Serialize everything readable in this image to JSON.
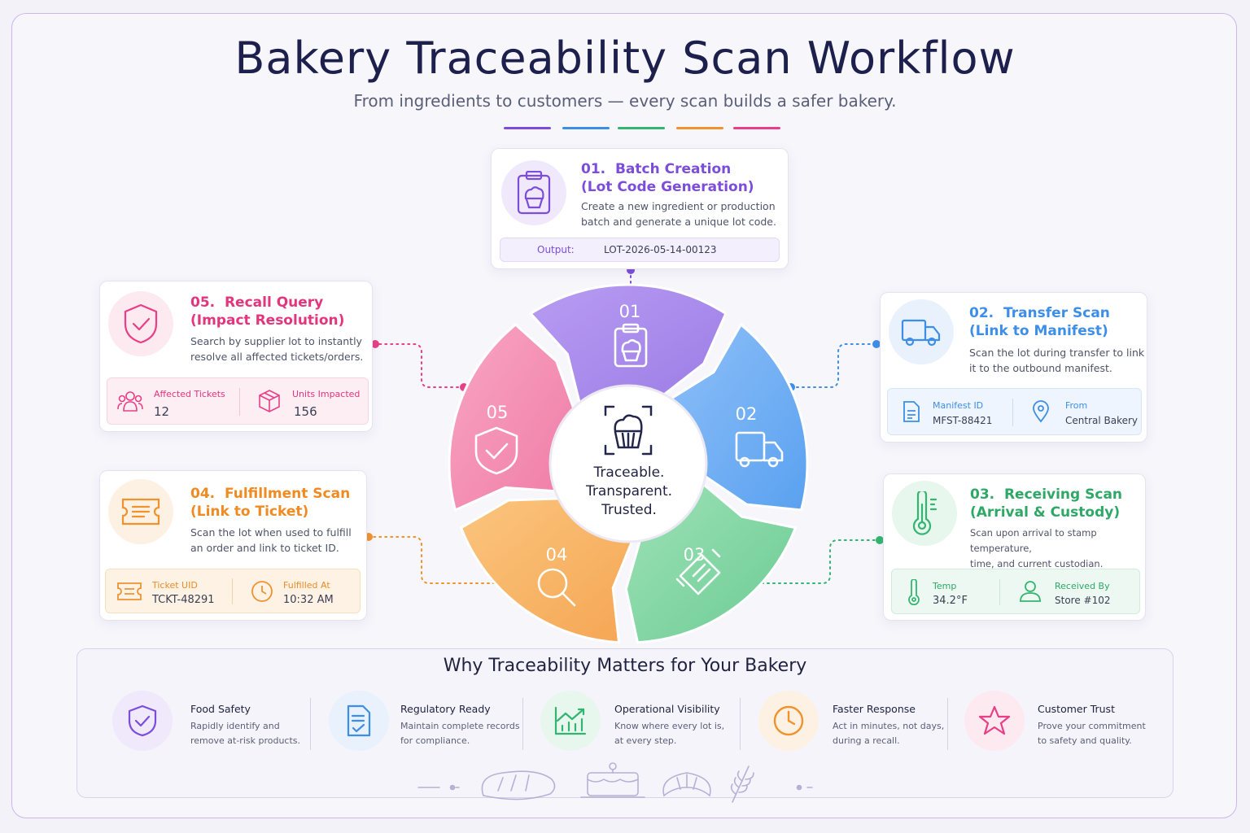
{
  "header": {
    "title": "Bakery Traceability Scan Workflow",
    "subtitle": "From ingredients to customers — every scan builds a safer bakery."
  },
  "colors": {
    "purple": "#7c4ddb",
    "blue": "#3d8ee8",
    "green": "#33b56f",
    "orange": "#f0922e",
    "pink": "#e83f86"
  },
  "wheel": {
    "segments": [
      {
        "number": "01",
        "icon": "clipboard-cupcake-icon"
      },
      {
        "number": "02",
        "icon": "truck-icon"
      },
      {
        "number": "03",
        "icon": "ticket-icon"
      },
      {
        "number": "04",
        "icon": "magnifier-icon"
      },
      {
        "number": "05",
        "icon": "shield-check-icon"
      }
    ],
    "center_lines": [
      "Traceable.",
      "Transparent.",
      "Trusted."
    ],
    "center_icon": "cupcake-scan-icon"
  },
  "steps": {
    "s1": {
      "number": "01.",
      "title_1": "Batch Creation",
      "title_2": "(Lot Code Generation)",
      "desc_1": "Create a new ingredient or production",
      "desc_2": "batch and generate a unique lot code.",
      "output_label": "Output:",
      "output_value": "LOT-2026-05-14-00123",
      "icon": "clipboard-cupcake-icon"
    },
    "s2": {
      "number": "02.",
      "title_1": "Transfer Scan",
      "title_2": "(Link to Manifest)",
      "desc_1": "Scan the lot during transfer to link",
      "desc_2": "it to the outbound manifest.",
      "f1_label": "Manifest ID",
      "f1_value": "MFST-88421",
      "f2_label": "From",
      "f2_value": "Central Bakery",
      "icon": "truck-icon"
    },
    "s3": {
      "number": "03.",
      "title_1": "Receiving Scan",
      "title_2": "(Arrival & Custody)",
      "desc_1": "Scan upon arrival to stamp temperature,",
      "desc_2": "time, and current custodian.",
      "f1_label": "Temp",
      "f1_value": "34.2°F",
      "f2_label": "Received By",
      "f2_value": "Store #102",
      "icon": "thermometer-icon"
    },
    "s4": {
      "number": "04.",
      "title_1": "Fulfillment Scan",
      "title_2": "(Link to Ticket)",
      "desc_1": "Scan the lot when used to fulfill",
      "desc_2": "an order and link to ticket ID.",
      "f1_label": "Ticket UID",
      "f1_value": "TCKT-48291",
      "f2_label": "Fulfilled At",
      "f2_value": "10:32 AM",
      "icon": "ticket-icon"
    },
    "s5": {
      "number": "05.",
      "title_1": "Recall Query",
      "title_2": "(Impact Resolution)",
      "desc_1": "Search by supplier lot to instantly",
      "desc_2": "resolve all affected tickets/orders.",
      "f1_label": "Affected Tickets",
      "f1_value": "12",
      "f2_label": "Units Impacted",
      "f2_value": "156",
      "icon": "shield-check-icon"
    }
  },
  "why": {
    "title": "Why Traceability Matters for Your Bakery",
    "items": [
      {
        "title": "Food Safety",
        "d1": "Rapidly identify and",
        "d2": "remove at-risk products.",
        "icon": "shield-check-icon"
      },
      {
        "title": "Regulatory Ready",
        "d1": "Maintain complete records",
        "d2": "for compliance.",
        "icon": "document-check-icon"
      },
      {
        "title": "Operational Visibility",
        "d1": "Know where every lot is,",
        "d2": "at every step.",
        "icon": "chart-trend-icon"
      },
      {
        "title": "Faster Response",
        "d1": "Act in minutes, not days,",
        "d2": "during a recall.",
        "icon": "clock-icon"
      },
      {
        "title": "Customer Trust",
        "d1": "Prove your commitment",
        "d2": "to safety and quality.",
        "icon": "star-icon"
      }
    ]
  }
}
